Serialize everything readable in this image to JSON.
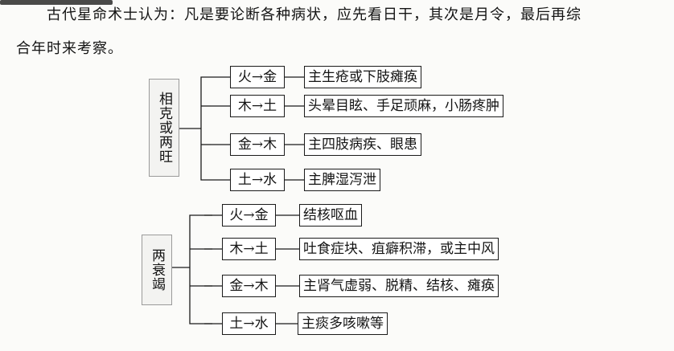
{
  "intro": {
    "line1": "古代星命术士认为：凡是要论断各种病状，应先看日干，其次是月令，最后再综",
    "line2": "合年时来考察。"
  },
  "groups": [
    {
      "label": "相克或两旺",
      "items": [
        {
          "relation": "火→金",
          "description": "主生疮或下肢瘫痪"
        },
        {
          "relation": "木→土",
          "description": "头晕目眩、手足顽麻，小肠疼肿"
        },
        {
          "relation": "金→木",
          "description": "主四肢病疾、眼患"
        },
        {
          "relation": "土→水",
          "description": "主脾湿泻泄"
        }
      ]
    },
    {
      "label": "两衰竭",
      "items": [
        {
          "relation": "火→金",
          "description": "结核呕血"
        },
        {
          "relation": "木→土",
          "description": "吐食症块、疽癖积滞，或主中风"
        },
        {
          "relation": "金→木",
          "description": "主肾气虚弱、脱精、结核、瘫痪"
        },
        {
          "relation": "土→水",
          "description": "主痰多咳嗽等"
        }
      ]
    }
  ]
}
